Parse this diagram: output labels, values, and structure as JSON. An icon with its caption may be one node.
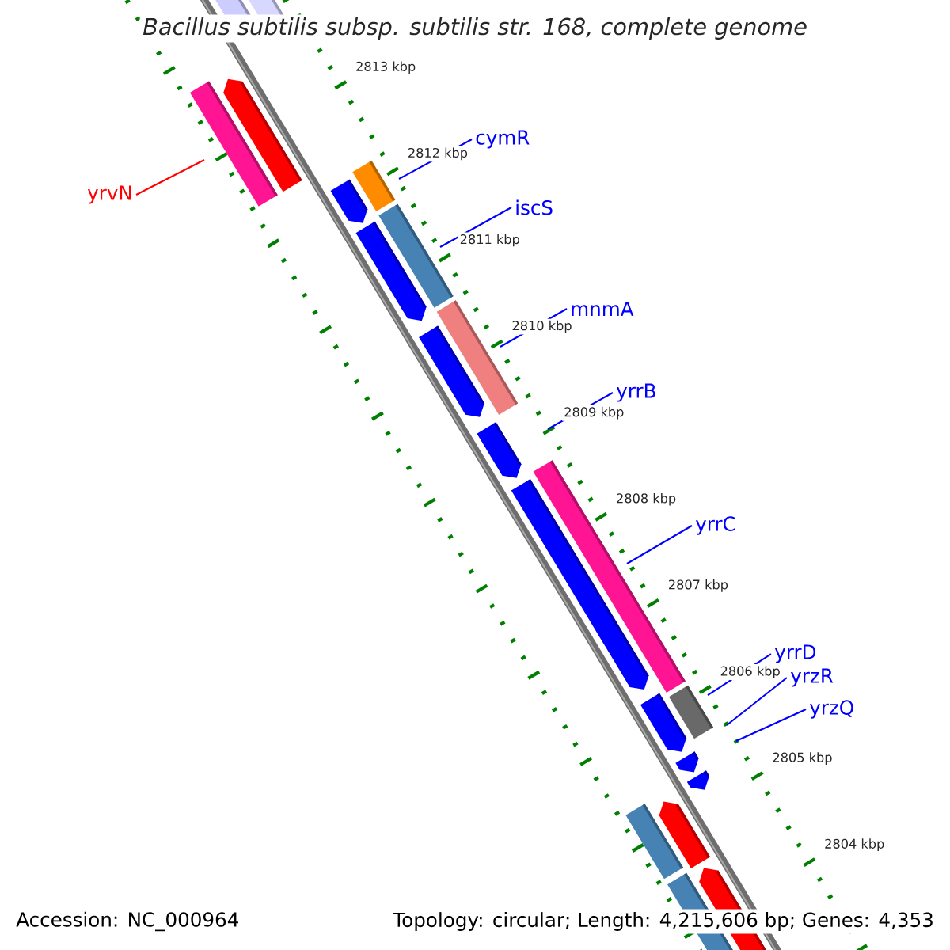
{
  "diagram": {
    "title": "*Bacillus subtilis subsp. subtilis str. 168, complete genome*",
    "nodes": [
      {
        "text": [
          "cymR"
        ]
      },
      {
        "text": [
          "yrvN"
        ]
      },
      {
        "text": [
          "iscS"
        ]
      },
      {
        "text": [
          "mnmA"
        ]
      },
      {
        "text": [
          "yrrB"
        ]
      },
      {
        "text": [
          "yrrC"
        ]
      },
      {
        "text": [
          "yrrD"
        ]
      },
      {
        "text": [
          "yrzR"
        ]
      },
      {
        "text": [
          "yrzQ"
        ]
      }
    ],
    "edges": [
      {
        "from": 0,
        "to": null,
        "arrow": "none"
      },
      {
        "from": 1,
        "to": null,
        "arrow": "none",
        "color": "#ff0000"
      },
      {
        "from": 2,
        "to": null,
        "arrow": "none"
      },
      {
        "from": 3,
        "to": null,
        "arrow": "none"
      },
      {
        "from": 4,
        "to": null,
        "arrow": "none"
      },
      {
        "from": 5,
        "to": null,
        "arrow": "none"
      },
      {
        "from": 6,
        "to": null,
        "arrow": "none"
      },
      {
        "from": 7,
        "to": null,
        "arrow": "none"
      },
      {
        "from": 8,
        "to": null,
        "arrow": "none"
      }
    ],
    "labels": [
      "2813 kbp",
      "2812 kbp",
      "2811 kbp",
      "2810 kbp",
      "2809 kbp",
      "2808 kbp",
      "2807 kbp",
      "2806 kbp",
      "2805 kbp",
      "2804 kbp",
      "Accession: NC_000964",
      "Topology: circular; Length: 4,215,606 bp; Genes: 4,353"
    ]
  }
}
